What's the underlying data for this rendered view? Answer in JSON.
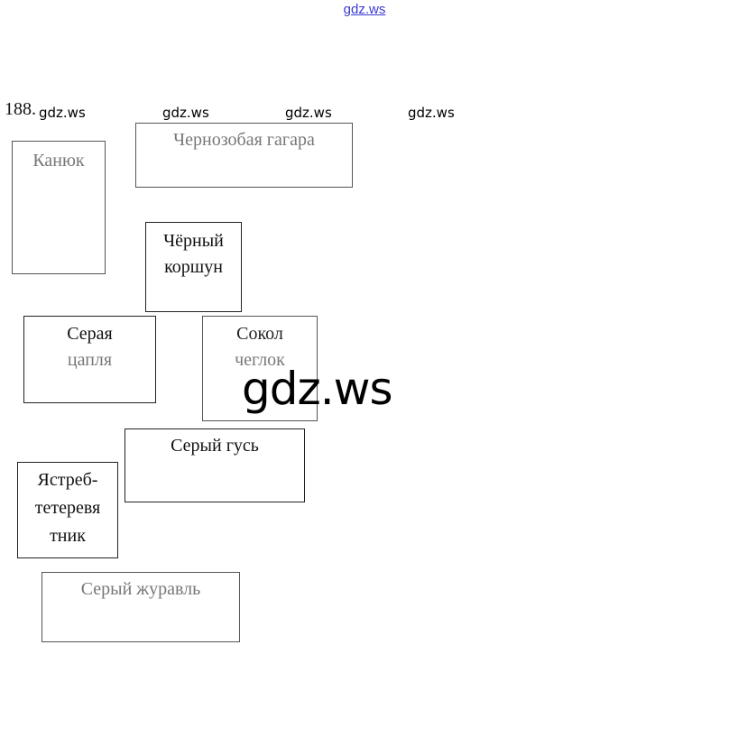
{
  "header": {
    "link": "gdz.ws"
  },
  "exercise": {
    "number": "188."
  },
  "watermarks": [
    "gdz.ws",
    "gdz.ws",
    "gdz.ws",
    "gdz.ws",
    "gdz.ws"
  ],
  "birds": {
    "buzzard": "Канюк",
    "loon": "Чернозобая гагара",
    "kite_l1": "Чёрный",
    "kite_l2": "коршун",
    "heron_l1": "Серая",
    "heron_l2": "цапля",
    "hobby_l1": "Сокол",
    "hobby_l2": "чеглок",
    "goose": "Серый гусь",
    "goshawk_l1": "Ястреб-",
    "goshawk_l2": "тетеревя",
    "goshawk_l3": "тник",
    "crane": "Серый журавль"
  }
}
